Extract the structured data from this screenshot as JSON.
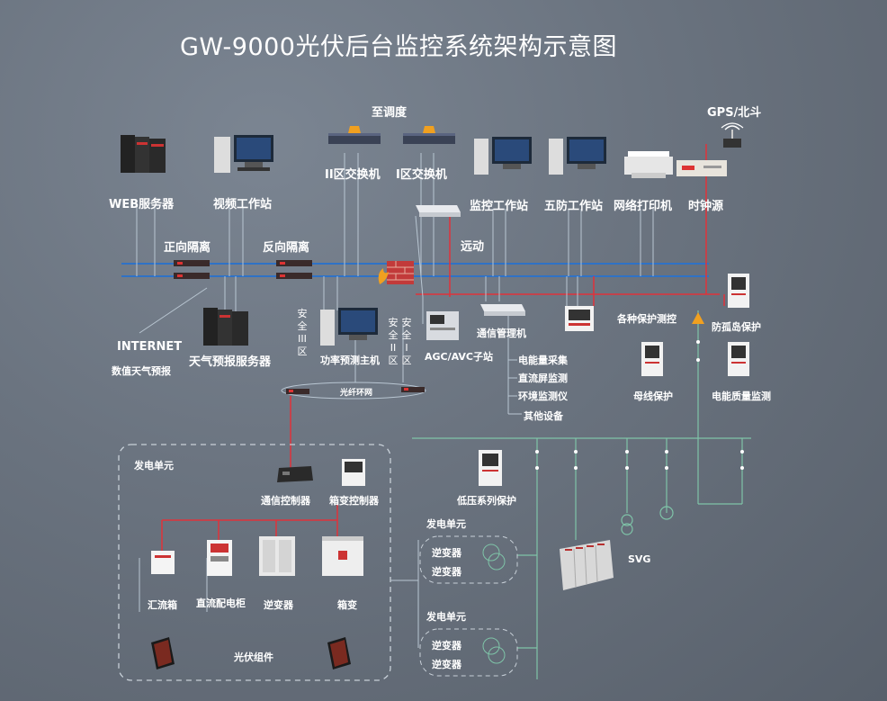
{
  "title": "GW-9000光伏后台监控系统架构示意图",
  "top": {
    "dispatch": "至调度",
    "gps": "GPS/北斗",
    "web_server": "WEB服务器",
    "video_station": "视频工作站",
    "switch2": "II区交换机",
    "switch1": "I区交换机",
    "monitor_station": "监控工作站",
    "wufang_station": "五防工作站",
    "network_printer": "网络打印机",
    "clock_source": "时钟源",
    "forward_isolation": "正向隔离",
    "reverse_isolation": "反向隔离",
    "telecontrol": "远动"
  },
  "middle": {
    "internet": "INTERNET",
    "nwp": "数值天气预报",
    "weather_server": "天气预报服务器",
    "zone3_vert": "安全III区",
    "power_forecast": "功率预测主机",
    "zone2_vert": "安全II区",
    "zone1_vert": "安全I区",
    "agc_avc": "AGC/AVC子站",
    "comm_manager": "通信管理机",
    "energy_collect": "电能量采集",
    "dc_screen": "直流屏监测",
    "env_monitor": "环境监测仪",
    "other_devices": "其他设备",
    "protections": "各种保护测控",
    "anti_island": "防孤岛保护",
    "bus_protection": "母线保护",
    "power_quality": "电能质量监测",
    "fiber_ring": "光纤环网"
  },
  "unit": {
    "title": "发电单元",
    "comm_controller": "通信控制器",
    "box_controller": "箱变控制器",
    "combiner": "汇流箱",
    "dc_cabinet": "直流配电柜",
    "inverter": "逆变器",
    "box_transformer": "箱变",
    "pv_module": "光伏组件"
  },
  "lower_right": {
    "lv_protection": "低压系列保护",
    "unit1_title": "发电单元",
    "unit1_inv1": "逆变器",
    "unit1_inv2": "逆变器",
    "unit2_title": "发电单元",
    "unit2_inv1": "逆变器",
    "unit2_inv2": "逆变器",
    "svg": "SVG"
  },
  "colors": {
    "bus_blue": "#2f72c6",
    "link_red": "#e0323a",
    "line_light": "#b9c6d2",
    "grid_green": "#7fc4a8"
  }
}
